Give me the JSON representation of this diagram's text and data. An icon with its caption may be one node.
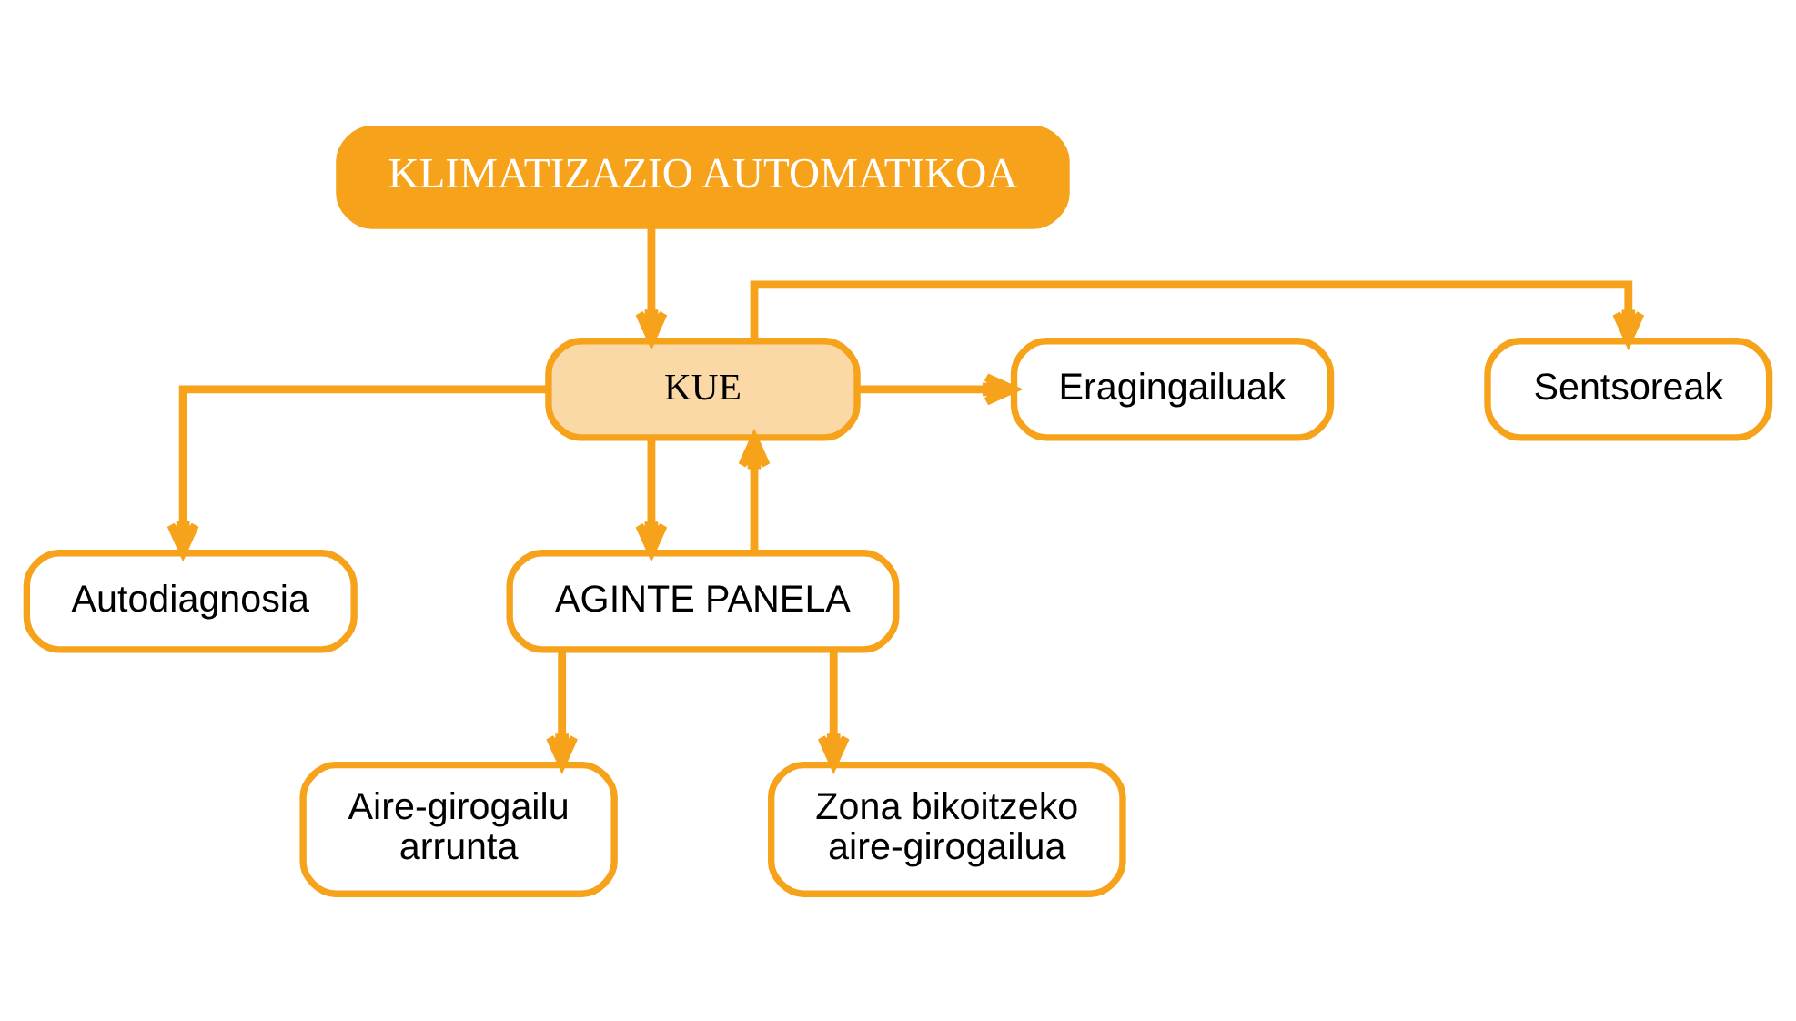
{
  "diagram": {
    "nodes": [
      {
        "text": [
          "KLIMATIZAZIO AUTOMATIKOA"
        ]
      },
      {
        "text": [
          "KUE"
        ]
      },
      {
        "text": [
          "Sentsoreak"
        ]
      },
      {
        "text": [
          "Eragingailuak"
        ]
      },
      {
        "text": [
          "Autodiagnosia"
        ]
      },
      {
        "text": [
          "AGINTE PANELA"
        ]
      },
      {
        "text": [
          "Aire-girogailu arrunta"
        ]
      },
      {
        "text": [
          "Zona bikoitzeko aire-girogailua"
        ]
      }
    ],
    "edges": [
      {
        "from": 0,
        "to": 1,
        "arrow": "to"
      },
      {
        "from": 1,
        "to": 2,
        "arrow": "to"
      },
      {
        "from": 1,
        "to": 3,
        "arrow": "to"
      },
      {
        "from": 1,
        "to": 4,
        "arrow": "to"
      },
      {
        "from": 1,
        "to": 5,
        "arrow": "to"
      },
      {
        "from": 5,
        "to": 1,
        "arrow": "to"
      },
      {
        "from": 5,
        "to": 6,
        "arrow": "to"
      },
      {
        "from": 5,
        "to": 7,
        "arrow": "to"
      }
    ]
  }
}
